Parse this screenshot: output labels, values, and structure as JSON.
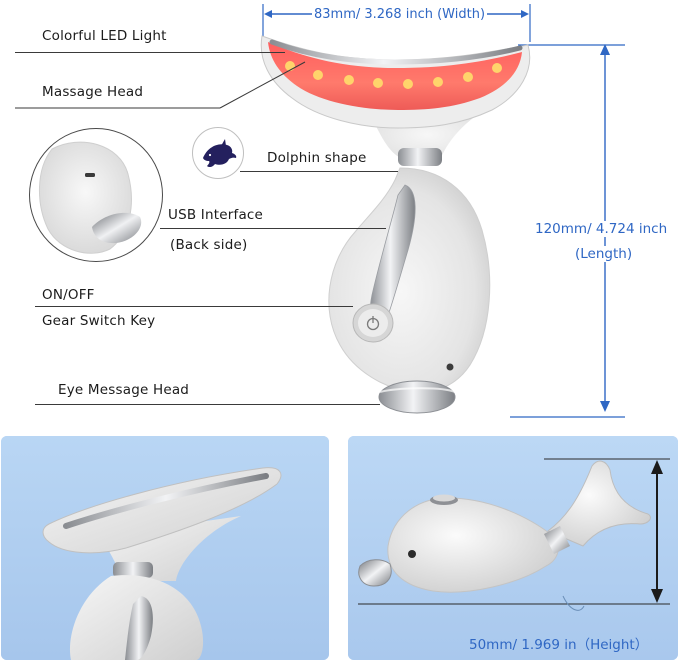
{
  "labels": {
    "colorful_led_light": "Colorful LED Light",
    "massage_head": "Massage Head",
    "dolphin_shape": "Dolphin shape",
    "usb_interface": "USB Interface",
    "back_side": "(Back side)",
    "on_off": "ON/OFF",
    "gear_switch_key": "Gear Switch Key",
    "eye_message_head": "Eye Message Head"
  },
  "dimensions": {
    "width": "83mm/ 3.268 inch (Width)",
    "length_value": "120mm/ 4.724 inch",
    "length_label": "(Length)",
    "height": "50mm/ 1.969 in（Height）"
  },
  "colors": {
    "dimension_blue": "#2f67c4",
    "led_red": "#ff6a5e",
    "panel_blue": "#aecdf0",
    "device_white": "#eeeeee",
    "chrome": "#b9bcc2"
  }
}
